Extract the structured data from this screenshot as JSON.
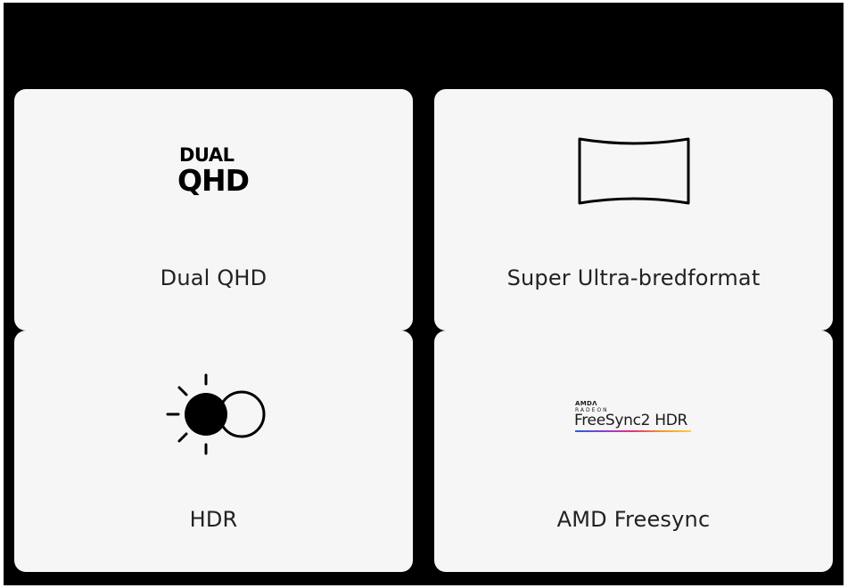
{
  "features": [
    {
      "label": "Dual QHD",
      "icon": "dual-qhd-logo",
      "logo_text": {
        "top": "DUAL",
        "bottom": "QHD"
      }
    },
    {
      "label": "Super Ultra-bredformat",
      "icon": "ultrawide-screen-icon"
    },
    {
      "label": "HDR",
      "icon": "hdr-sun-icon"
    },
    {
      "label": "AMD Freesync",
      "icon": "amd-freesync-logo",
      "logo_text": {
        "brand": "AMDΛ",
        "line": "RADEON",
        "product": "FreeSync2 HDR"
      }
    }
  ],
  "colors": {
    "background": "#000000",
    "card": "#f6f6f6",
    "text": "#222222",
    "icon": "#000000"
  }
}
